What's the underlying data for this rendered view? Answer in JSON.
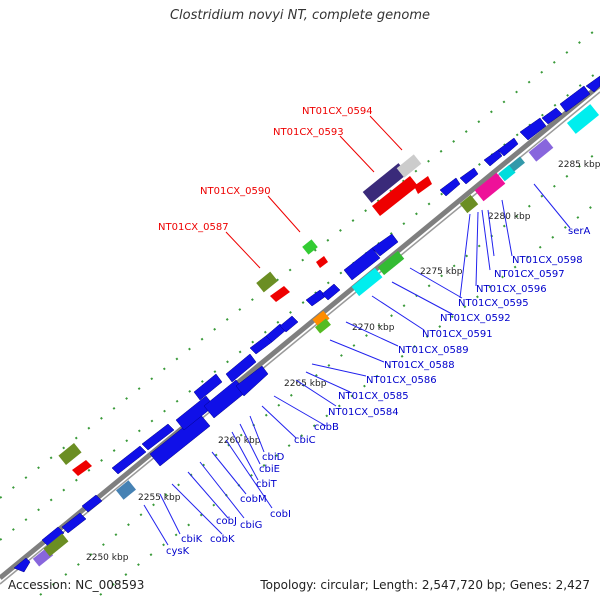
{
  "title": "Clostridium novyi NT, complete genome",
  "footer": {
    "accession": "Accession: NC_008593",
    "stats": "Topology: circular; Length: 2,547,720 bp; Genes: 2,427"
  },
  "colors": {
    "backbone": "#7f7f7f",
    "cds": "#0000ee",
    "label_blue": "#0000cc",
    "label_red": "#ee0000",
    "tick": "#228b22"
  },
  "scale_labels": [
    "2250 kbp",
    "2255 kbp",
    "2260 kbp",
    "2265 kbp",
    "2270 kbp",
    "2275 kbp",
    "2280 kbp",
    "2285 kbp"
  ],
  "gene_labels_blue": [
    "cysK",
    "cbiK",
    "cobK",
    "cobJ",
    "cbiG",
    "cobM",
    "cobI",
    "cbiT",
    "cbiE",
    "cbiD",
    "cbiC",
    "cobB",
    "NT01CX_0584",
    "NT01CX_0585",
    "NT01CX_0586",
    "NT01CX_0588",
    "NT01CX_0589",
    "NT01CX_0591",
    "NT01CX_0592",
    "NT01CX_0595",
    "NT01CX_0596",
    "NT01CX_0597",
    "NT01CX_0598",
    "serA"
  ],
  "gene_labels_red": [
    "NT01CX_0594",
    "NT01CX_0593",
    "NT01CX_0590",
    "NT01CX_0587"
  ]
}
